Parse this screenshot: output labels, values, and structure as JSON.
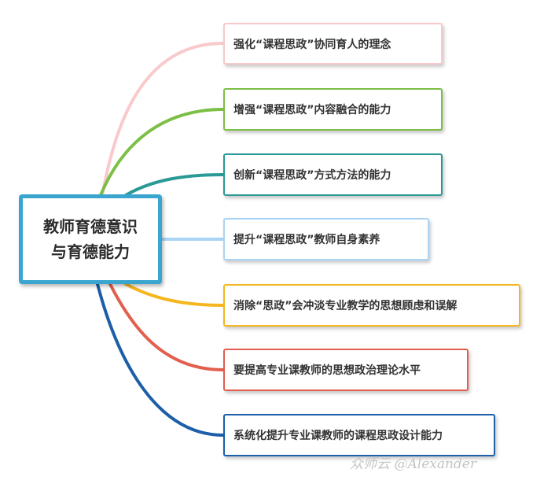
{
  "central_topic": {
    "line1": "教师育德意识",
    "line2": "与育德能力",
    "border_color": "#3aa6d0"
  },
  "branches": [
    {
      "label": "强化“课程思政”协同育人的理念",
      "color": "#f9c9cb"
    },
    {
      "label": "增强“课程思政”内容融合的能力",
      "color": "#7cbf45"
    },
    {
      "label": "创新“课程思政”方式方法的能力",
      "color": "#2b9996"
    },
    {
      "label": "提升“课程思政”教师自身素养",
      "color": "#a9d4f5"
    },
    {
      "label": "消除“思政”会冲淡专业教学的思想顾虑和误解",
      "color": "#f5b61f"
    },
    {
      "label": "要提高专业课教师的思想政治理论水平",
      "color": "#e25f4d"
    },
    {
      "label": "系统化提升专业课教师的课程思政设计能力",
      "color": "#1c5ea8"
    }
  ],
  "watermark": "众师云 @Alexander"
}
